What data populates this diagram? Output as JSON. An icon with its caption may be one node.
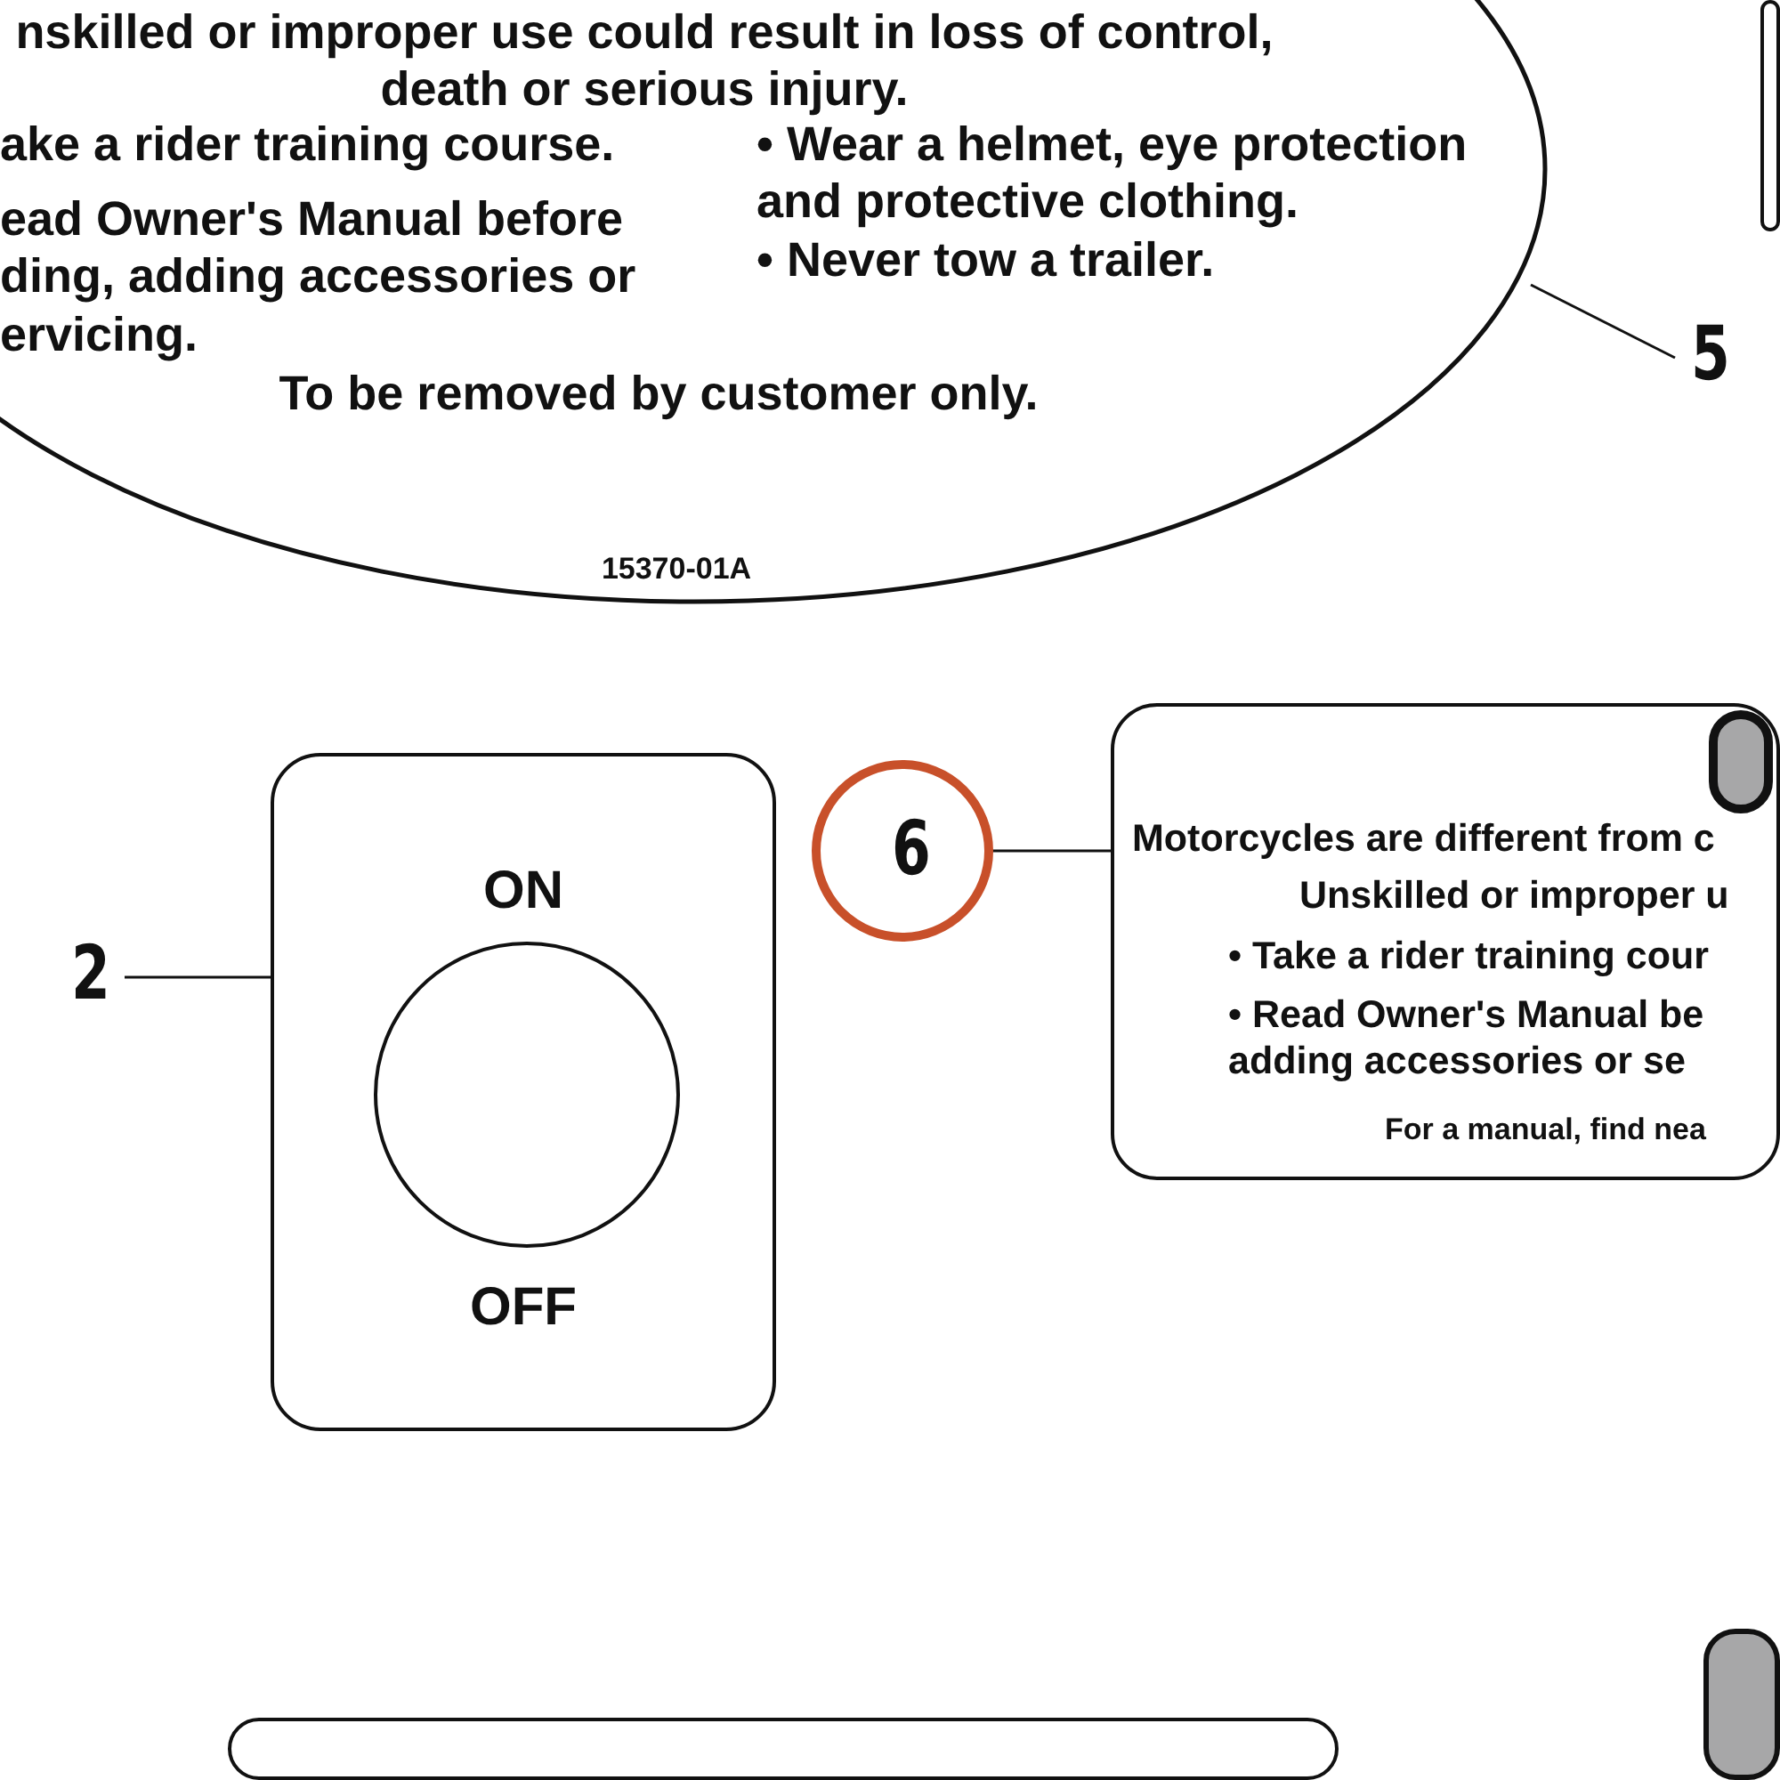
{
  "diagram": {
    "nodes": [
      {
        "text": [
          "nskilled or improper use could result in loss of control, death or serious injury.",
          "ake a rider training course.",
          "ead Owner's Manual before ding, adding accessories or ervicing.",
          "• Wear a helmet, eye protection and protective clothing.",
          "• Never tow a trailer.",
          "To be removed by customer only.",
          "15370-01A"
        ]
      },
      {
        "text": [
          "5"
        ]
      },
      {
        "text": [
          "ON",
          "OFF"
        ]
      },
      {
        "text": [],
        "shape": "circle",
        "in": 2
      },
      {
        "text": [
          "2"
        ]
      },
      {
        "text": [
          "6"
        ]
      },
      {
        "text": [
          "Motorcycles are different from c",
          "Unskilled or improper u",
          "• Take a rider training cour",
          "• Read Owner's Manual be adding accessories or se",
          "For a manual, find nea"
        ]
      },
      {
        "text": [],
        "shape": "box",
        "in": 6
      },
      {
        "text": [],
        "shape": "box"
      },
      {
        "text": [],
        "shape": "box"
      },
      {
        "text": [],
        "shape": "box"
      }
    ],
    "edges": [
      {
        "from": 1,
        "to": 0,
        "arrow": "none"
      },
      {
        "from": 4,
        "to": 2,
        "arrow": "none"
      },
      {
        "from": 5,
        "to": 6,
        "arrow": "none"
      }
    ]
  }
}
